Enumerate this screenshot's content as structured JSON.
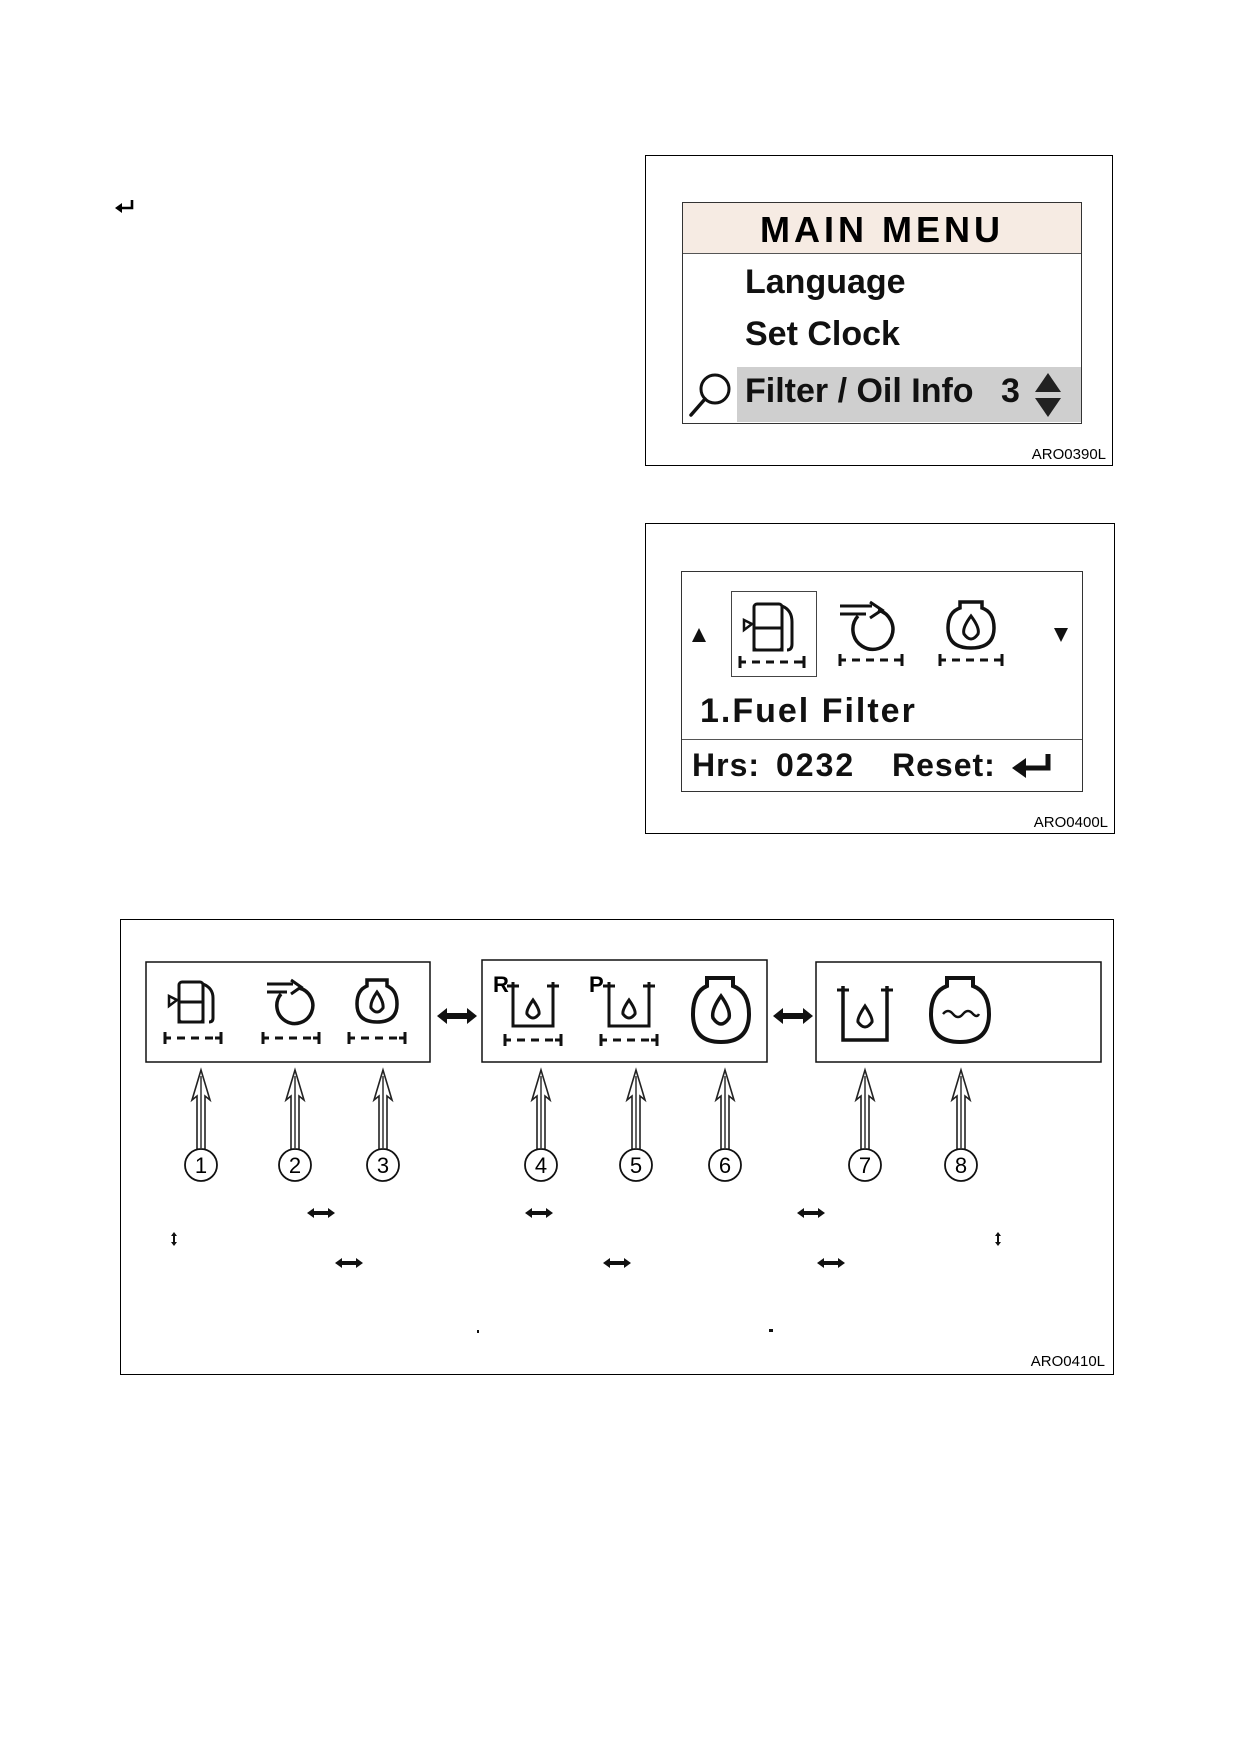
{
  "page": {
    "enter_symbol": "↵"
  },
  "fig1": {
    "title": "MAIN MENU",
    "items": [
      "Language",
      "Set Clock",
      "Filter / Oil Info"
    ],
    "selected_index": 3,
    "selected_number": "3",
    "code": "ARO0390L",
    "icons": {
      "search": "magnifier-icon",
      "scroll": "up-down-arrow-icon"
    }
  },
  "fig2": {
    "item_label": "1.Fuel Filter",
    "hours_label": "Hrs:",
    "hours_value": "0232",
    "reset_label": "Reset:",
    "code": "ARO0400L",
    "icons": [
      "fuel-filter-icon",
      "air-filter-icon",
      "engine-oil-filter-icon"
    ]
  },
  "fig3": {
    "code": "ARO0410L",
    "group1": [
      "fuel-filter-icon",
      "air-filter-icon",
      "engine-oil-filter-icon"
    ],
    "group2": {
      "letters": [
        "R",
        "P"
      ],
      "icons": [
        "return-oil-filter-icon",
        "pilot-filter-icon",
        "engine-oil-icon"
      ]
    },
    "group3": [
      "hydraulic-oil-icon",
      "coolant-icon"
    ],
    "callouts": [
      "1",
      "2",
      "3",
      "4",
      "5",
      "6",
      "7",
      "8"
    ]
  }
}
